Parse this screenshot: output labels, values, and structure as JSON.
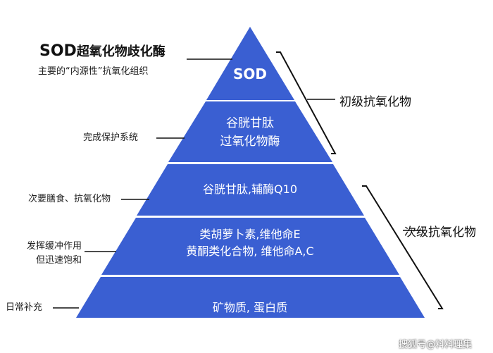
{
  "title": {
    "sod": "SOD",
    "rest": "超氧化物歧化酶",
    "subtitle": "主要的“内源性”抗氧化组织"
  },
  "pyramid": {
    "fill_color": "#3a5fd2",
    "layers": [
      {
        "lines": [
          "SOD"
        ]
      },
      {
        "lines": [
          "谷胱甘肽",
          "过氧化物酶"
        ]
      },
      {
        "lines": [
          "谷胱甘肽,辅酶Q10"
        ]
      },
      {
        "lines": [
          "类胡萝卜素,维他命E",
          "黄酮类化合物, 维他命A,C"
        ]
      },
      {
        "lines": [
          "矿物质, 蛋白质"
        ]
      }
    ]
  },
  "left_labels": [
    {
      "lines": [
        "完成保护系统"
      ]
    },
    {
      "lines": [
        "次要膳食、抗氧化物"
      ]
    },
    {
      "lines": [
        "发挥缓冲作用",
        "但迅速饱和"
      ]
    },
    {
      "lines": [
        "日常补充"
      ]
    }
  ],
  "right_labels": {
    "primary": "初级抗氧化物",
    "secondary": "次级抗氧化物"
  },
  "watermark": "搜狐号@料料理集"
}
